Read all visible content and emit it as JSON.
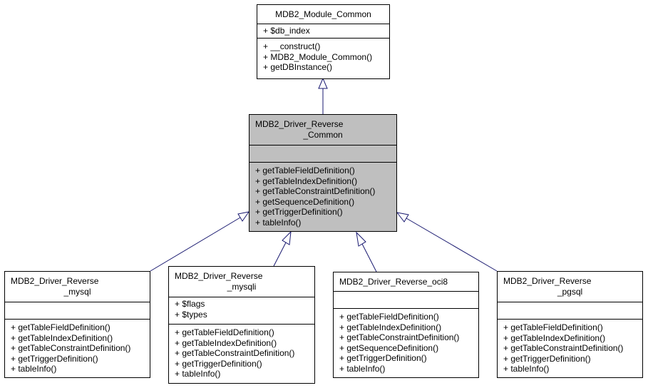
{
  "classes": {
    "module_common": {
      "title": [
        "MDB2_Module_Common"
      ],
      "attributes": [
        "+ $db_index"
      ],
      "methods": [
        "+ __construct()",
        "+ MDB2_Module_Common()",
        "+ getDBInstance()"
      ]
    },
    "reverse_common": {
      "title": [
        "MDB2_Driver_Reverse",
        "_Common"
      ],
      "attributes": [],
      "methods": [
        "+ getTableFieldDefinition()",
        "+ getTableIndexDefinition()",
        "+ getTableConstraintDefinition()",
        "+ getSequenceDefinition()",
        "+ getTriggerDefinition()",
        "+ tableInfo()"
      ]
    },
    "reverse_mysql": {
      "title": [
        "MDB2_Driver_Reverse",
        "_mysql"
      ],
      "attributes": [],
      "methods": [
        "+ getTableFieldDefinition()",
        "+ getTableIndexDefinition()",
        "+ getTableConstraintDefinition()",
        "+ getTriggerDefinition()",
        "+ tableInfo()"
      ]
    },
    "reverse_mysqli": {
      "title": [
        "MDB2_Driver_Reverse",
        "_mysqli"
      ],
      "attributes": [
        "+ $flags",
        "+ $types"
      ],
      "methods": [
        "+ getTableFieldDefinition()",
        "+ getTableIndexDefinition()",
        "+ getTableConstraintDefinition()",
        "+ getTriggerDefinition()",
        "+ tableInfo()"
      ]
    },
    "reverse_oci8": {
      "title": [
        "MDB2_Driver_Reverse_oci8"
      ],
      "attributes": [],
      "methods": [
        "+ getTableFieldDefinition()",
        "+ getTableIndexDefinition()",
        "+ getTableConstraintDefinition()",
        "+ getSequenceDefinition()",
        "+ getTriggerDefinition()",
        "+ tableInfo()"
      ]
    },
    "reverse_pgsql": {
      "title": [
        "MDB2_Driver_Reverse",
        "_pgsql"
      ],
      "attributes": [],
      "methods": [
        "+ getTableFieldDefinition()",
        "+ getTableIndexDefinition()",
        "+ getTableConstraintDefinition()",
        "+ getTriggerDefinition()",
        "+ tableInfo()"
      ]
    }
  },
  "edge_color": "#191970"
}
